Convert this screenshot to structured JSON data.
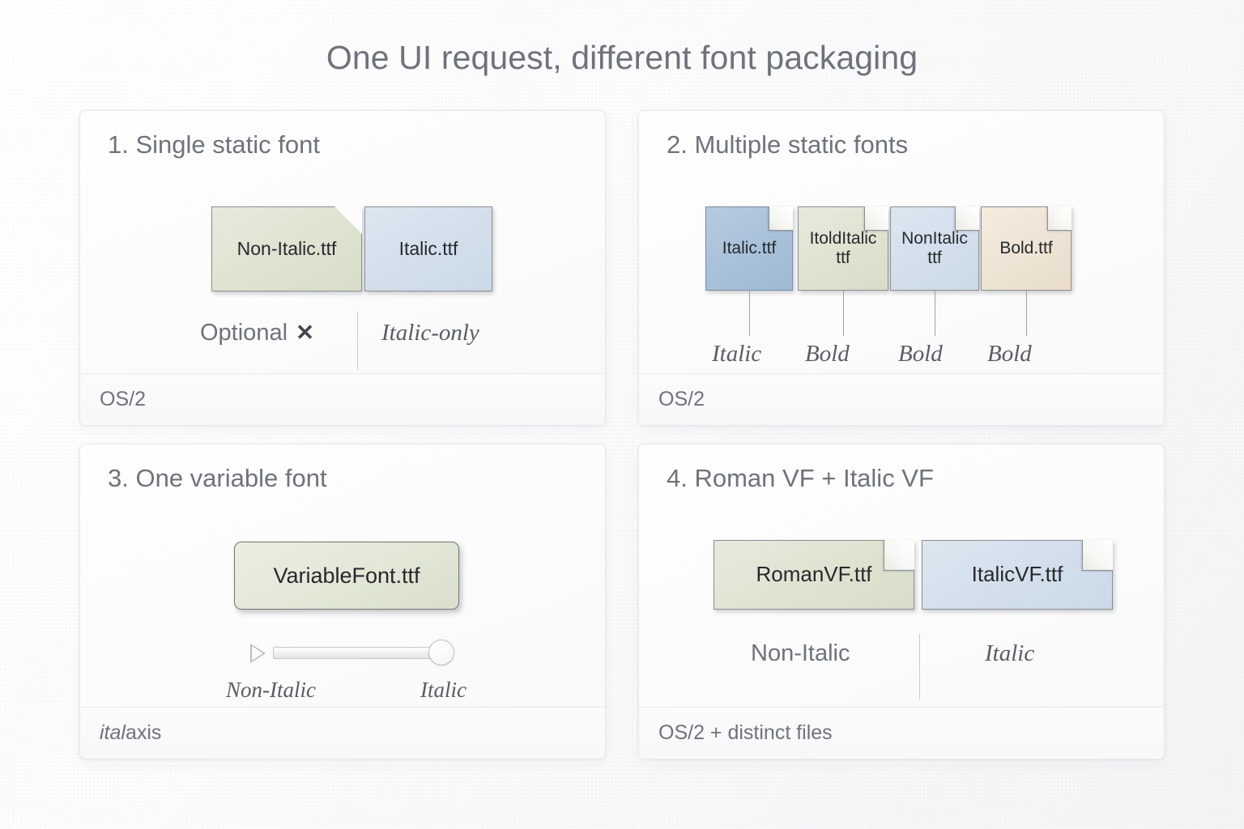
{
  "title": "One UI request, different font packaging",
  "panels": [
    {
      "title": "1. Single static font",
      "footer": "OS/2",
      "cards": [
        {
          "label": "Non-Italic.ttf",
          "color": "green"
        },
        {
          "label": "Italic.ttf",
          "color": "light-blue"
        }
      ],
      "captions": [
        {
          "text": "Optional",
          "mark": "✕",
          "style": "sans"
        },
        {
          "text": "Italic-only",
          "style": "serif-italic"
        }
      ]
    },
    {
      "title": "2. Multiple static fonts",
      "footer": "OS/2",
      "cards": [
        {
          "label": "Italic.ttf",
          "color": "medium-blue",
          "connector_label": "Italic"
        },
        {
          "label": "ItoldItalic\nttf",
          "line1": "ItoldItalic",
          "line2": "ttf",
          "color": "green",
          "connector_label": "Bold"
        },
        {
          "label": "NonItalic\nttf",
          "line1": "NonItalic",
          "line2": "ttf",
          "color": "light-blue",
          "connector_label": "Bold"
        },
        {
          "label": "Bold.ttf",
          "color": "beige",
          "connector_label": "Bold"
        }
      ]
    },
    {
      "title": "3. One variable font",
      "footer": "ital axis",
      "footer_emphasis": "ital",
      "footer_rest": " axis",
      "cards": [
        {
          "label": "VariableFont.ttf",
          "color": "green"
        }
      ],
      "slider": {
        "left_label": "Non-Italic",
        "right_label": "Italic",
        "value_position": "right",
        "handle_icon": "play-triangle-icon"
      }
    },
    {
      "title": "4. Roman VF + Italic VF",
      "footer": "OS/2 + distinct files",
      "cards": [
        {
          "label": "RomanVF.ttf",
          "color": "green"
        },
        {
          "label": "ItalicVF.ttf",
          "color": "light-blue"
        }
      ],
      "captions": [
        {
          "text": "Non-Italic",
          "style": "sans"
        },
        {
          "text": "Italic",
          "style": "serif-italic"
        }
      ]
    }
  ],
  "colors": {
    "background": "#fdfdfd",
    "title_text": "#6e737b",
    "panel_border": "#e6e7ea",
    "card_green": "#dee3d0",
    "card_light_blue": "#d2dfeb",
    "card_medium_blue": "#a8c1d9",
    "card_beige": "#eee3d4",
    "card_outline": "#8b8f93",
    "caption_text": "#585d64"
  }
}
